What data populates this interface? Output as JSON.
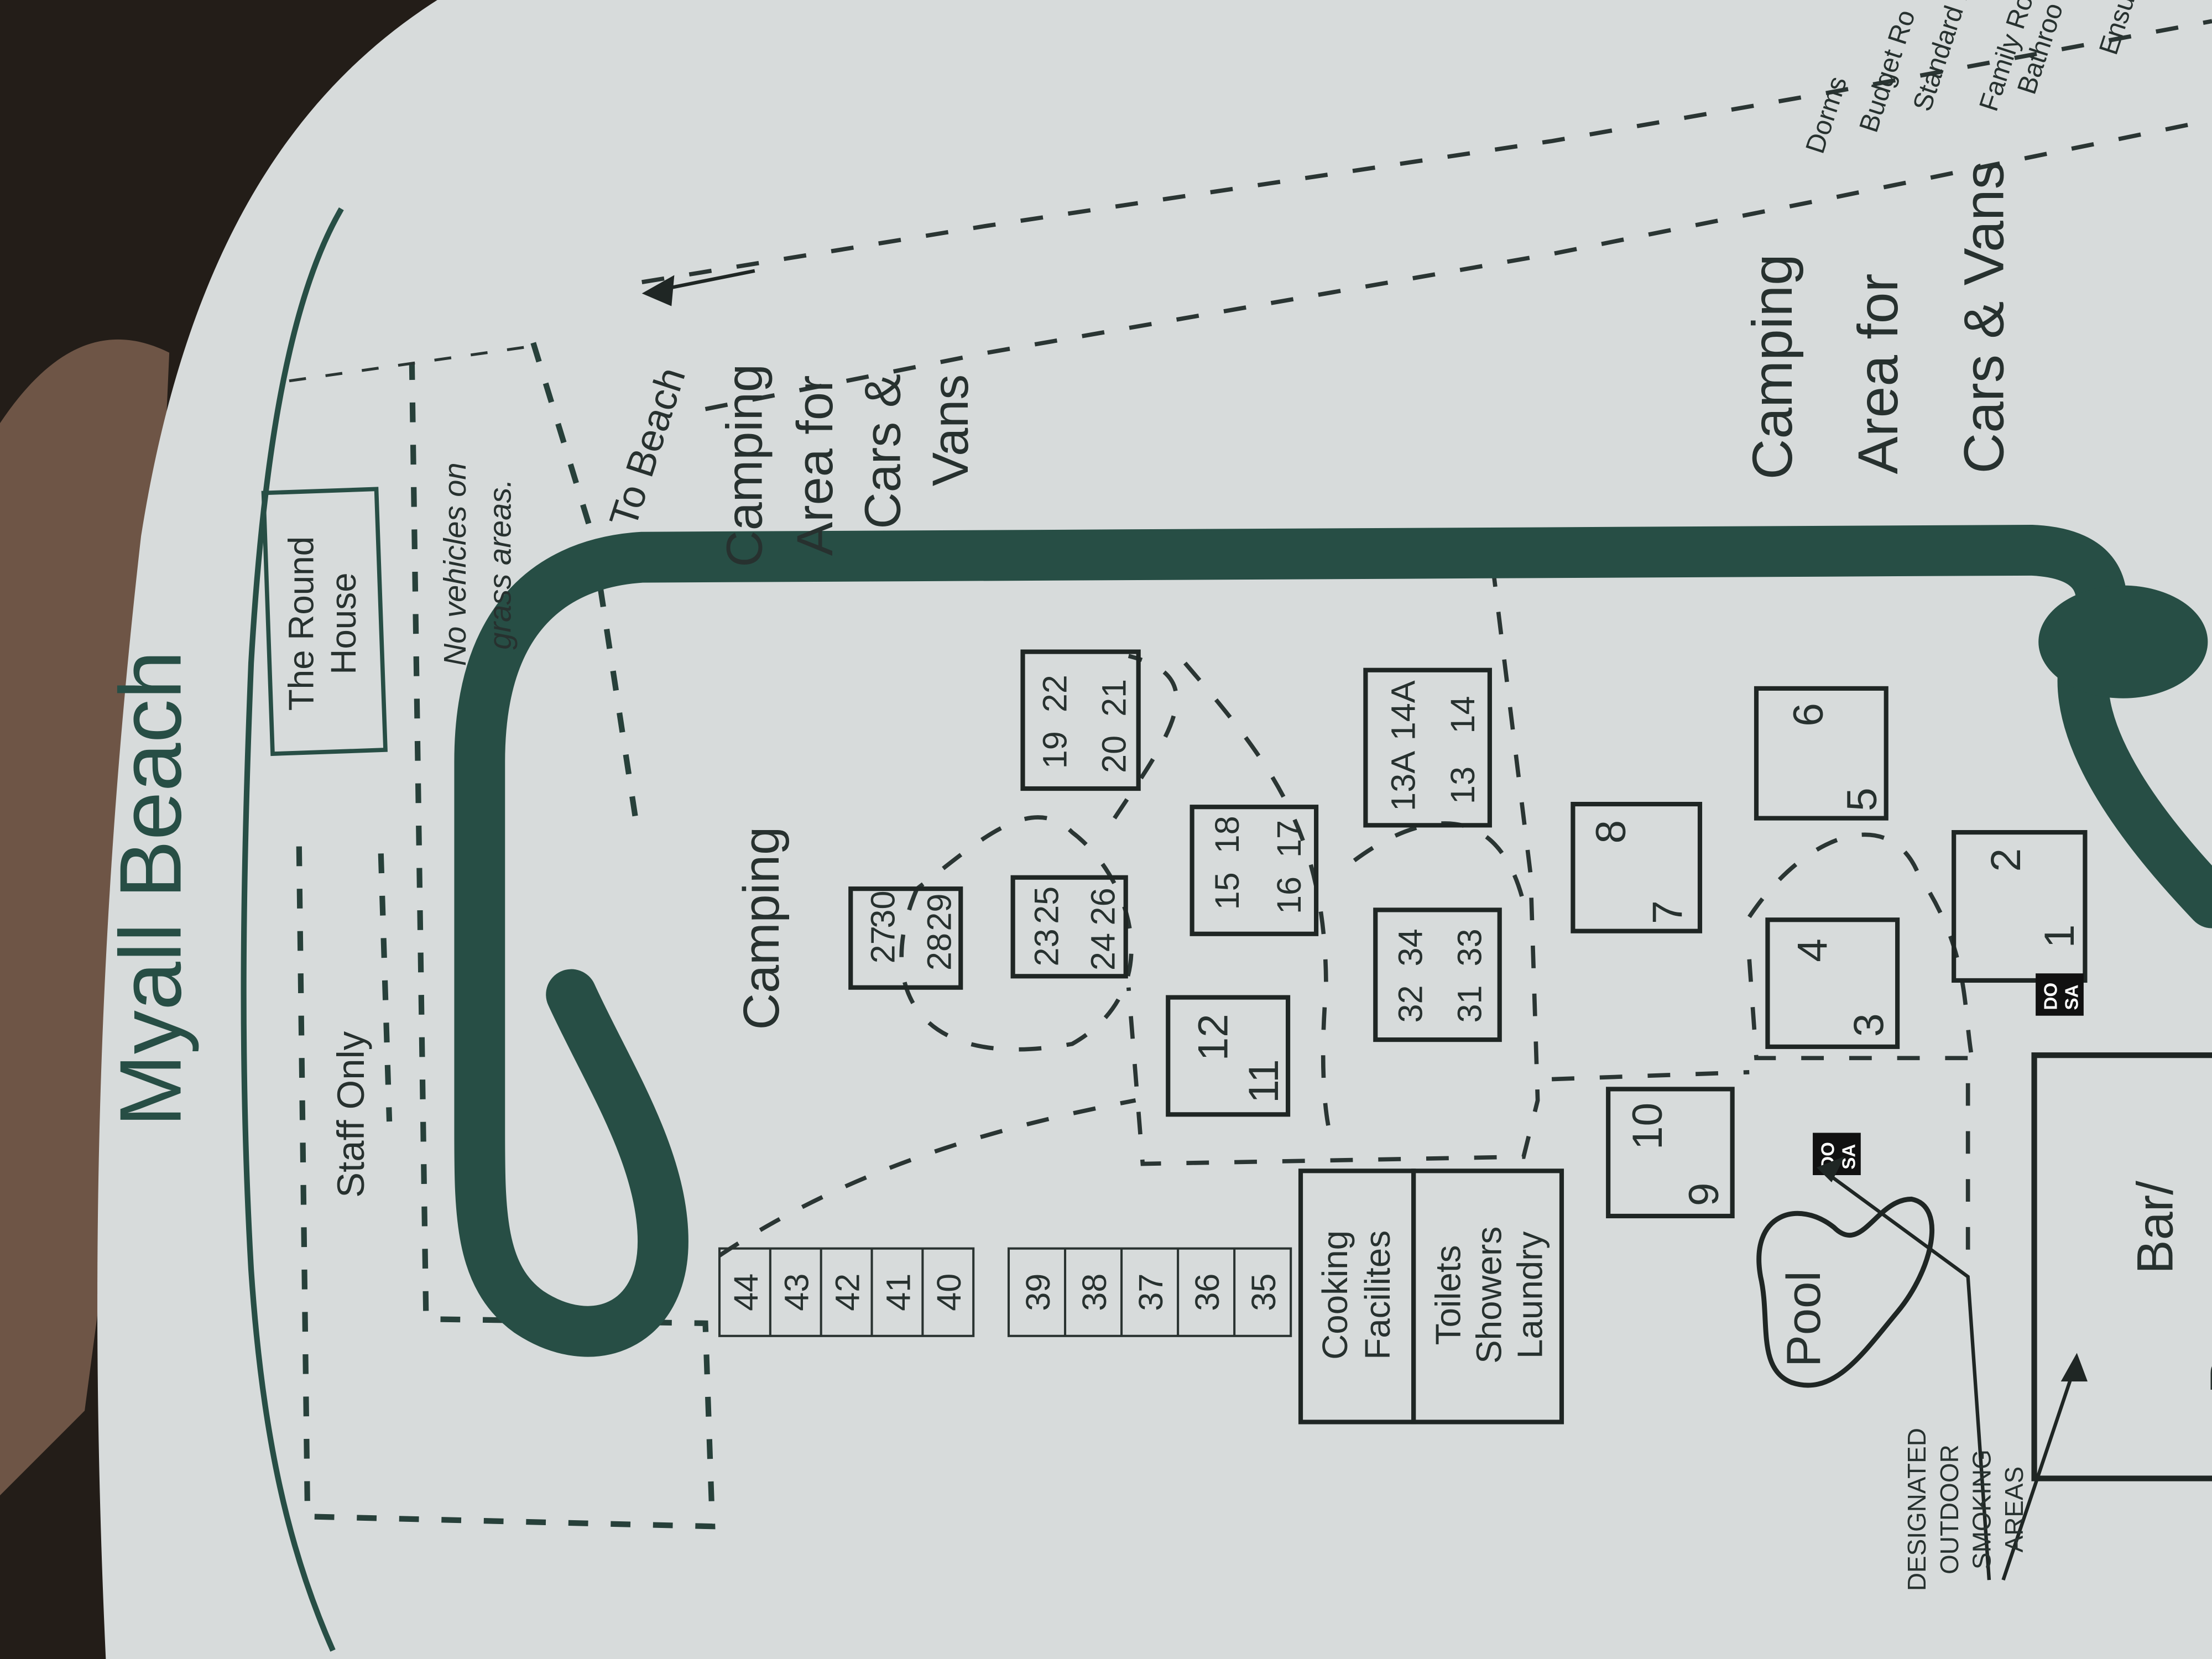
{
  "map": {
    "title": "Myall Beach",
    "round_house": [
      "The Round",
      "House"
    ],
    "staff_only": "Staff Only",
    "no_vehicles": [
      "No vehicles on",
      "grass areas."
    ],
    "to_beach": "To Beach",
    "camping_area_upper": [
      "Camping",
      "Area for",
      "Cars &",
      "Vans"
    ],
    "camping_area_lower": [
      "Camping",
      "Area for",
      "Cars & Vans"
    ],
    "camping": "Camping",
    "cooking": [
      "Cooking",
      "Facilites"
    ],
    "toilets": [
      "Toilets",
      "Showers",
      "Laundry"
    ],
    "pool": "Pool",
    "bar": [
      "Bar/",
      "Restaurant"
    ],
    "smoking": [
      "DESIGNATED",
      "OUTDOOR",
      "SMOKING",
      "AREAS"
    ],
    "dosa": [
      "DO",
      "SA"
    ],
    "legend_partial": [
      "Dorms",
      "Budget Ro",
      "Standard R",
      "Family Ro",
      "Bathroo",
      "Ensui"
    ],
    "sites_row_a": [
      "44",
      "43",
      "42",
      "41",
      "40"
    ],
    "sites_row_b": [
      "39",
      "38",
      "37",
      "36",
      "35"
    ],
    "cabins": {
      "c27": "27",
      "c30": "30",
      "c28": "28",
      "c29": "29",
      "c23": "23",
      "c25": "25",
      "c24": "24",
      "c26": "26",
      "c19": "19",
      "c22": "22",
      "c20": "20",
      "c21": "21",
      "c15": "15",
      "c18": "18",
      "c16": "16",
      "c17": "17",
      "c12": "12",
      "c11": "11",
      "c13a": "13A",
      "c14a": "14A",
      "c13": "13",
      "c14": "14",
      "c32": "32",
      "c34": "34",
      "c31": "31",
      "c33": "33",
      "c8": "8",
      "c7": "7",
      "c10": "10",
      "c9": "9",
      "c6": "6",
      "c5": "5",
      "c4": "4",
      "c3": "3",
      "c2": "2",
      "c1": "1"
    }
  },
  "colors": {
    "road": "#274e45",
    "paper": "#d7dbdb",
    "ink": "#27312f"
  }
}
